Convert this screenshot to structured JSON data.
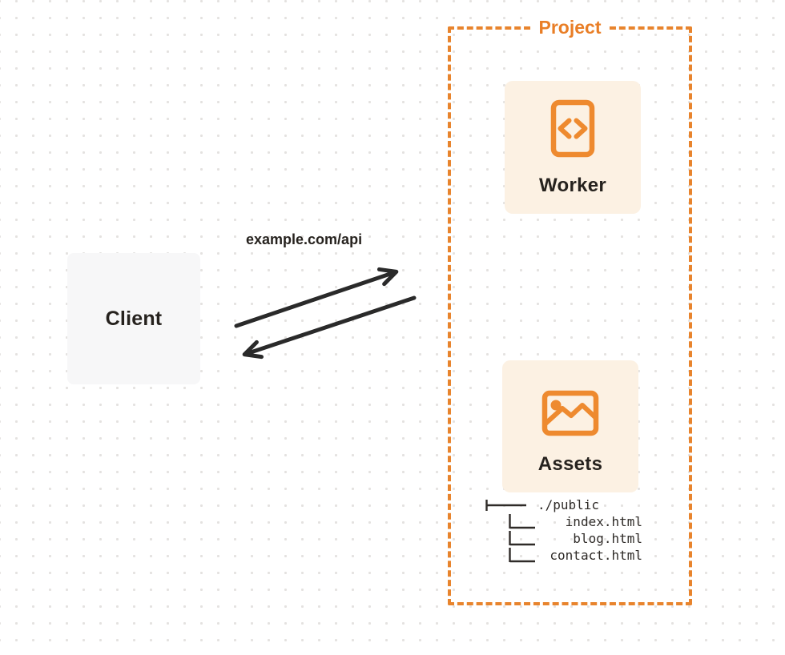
{
  "diagram": {
    "client": {
      "label": "Client"
    },
    "request_label": "example.com/api",
    "project": {
      "label": "Project",
      "worker": {
        "label": "Worker",
        "icon": "code-document-icon"
      },
      "assets": {
        "label": "Assets",
        "icon": "image-icon"
      },
      "file_tree": {
        "root": "./public",
        "files": [
          "index.html",
          "blog.html",
          "contact.html"
        ]
      }
    }
  },
  "colors": {
    "accent_orange": "#e8842d",
    "label_orange": "#e97e26",
    "node_fill": "#fcf1e3",
    "client_fill": "#f7f7f8",
    "arrow_dark": "#2a2a2a",
    "text_dark": "#26221e",
    "background_dot": "#e4e2e0"
  }
}
